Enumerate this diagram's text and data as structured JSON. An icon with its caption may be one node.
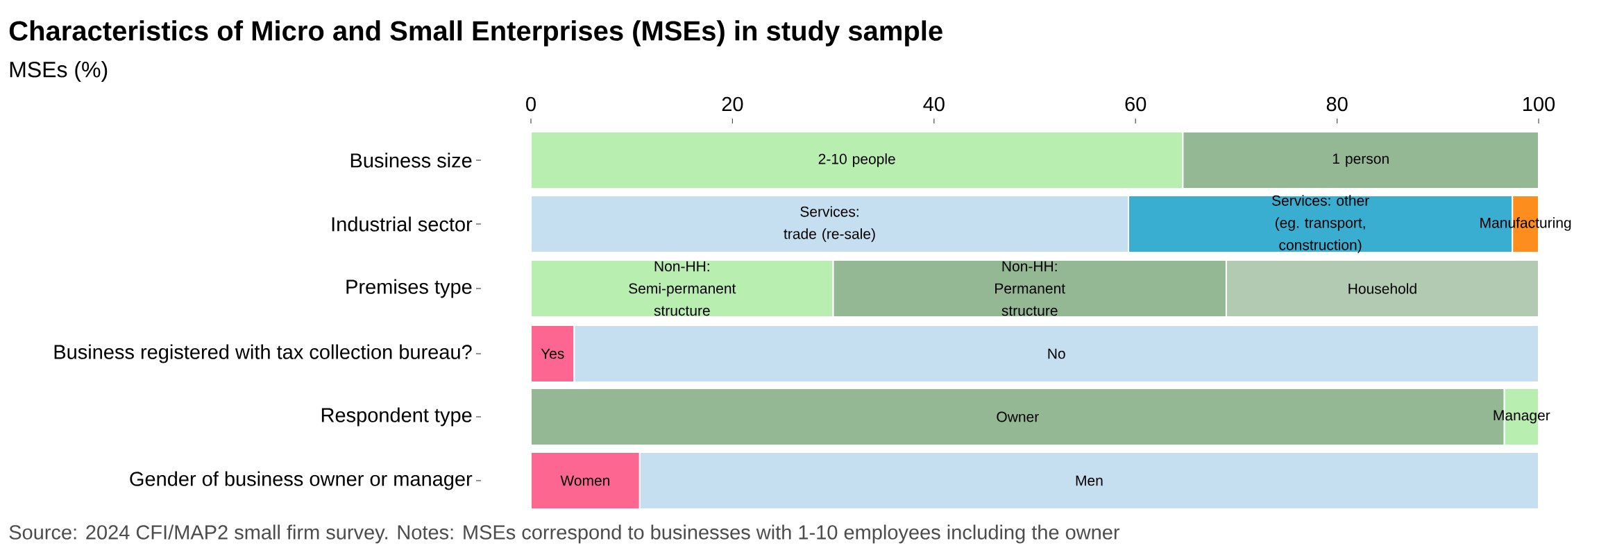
{
  "diagram": {
    "title": "Characteristics of Micro and Small Enterprises (MSEs) in study sample",
    "caption": "Source: 2024 CFI/MAP2 small firm survey. Notes: MSEs correspond to businesses with 1-10 employees including the owner",
    "chart_data": {
      "type": "bar",
      "orientation": "horizontal",
      "stacked": true,
      "xlabel": "MSEs (%)",
      "categories": [
        "Business size",
        "Industrial sector",
        "Premises type",
        "Business registered with tax collection bureau?",
        "Respondent type",
        "Gender of business owner or manager"
      ],
      "xlim": [
        0,
        100
      ],
      "xticks": [
        0,
        20,
        40,
        60,
        80,
        100
      ],
      "series": [
        {
          "name": "2-10 people",
          "color": "#b8eeb0",
          "values": [
            64.7,
            null,
            null,
            null,
            null,
            null
          ]
        },
        {
          "name": "1 person",
          "color": "#93b893",
          "values": [
            35.3,
            null,
            null,
            null,
            null,
            null
          ]
        },
        {
          "name": "Services: trade (re-sale)",
          "color": "#c5dff0",
          "values": [
            null,
            59.3,
            null,
            null,
            null,
            null
          ]
        },
        {
          "name": "Services: other (eg. transport, construction)",
          "color": "#3aaed0",
          "values": [
            null,
            38.1,
            null,
            null,
            null,
            null
          ]
        },
        {
          "name": "Manufacturing",
          "color": "#fd8d1c",
          "values": [
            null,
            2.6,
            null,
            null,
            null,
            null
          ]
        },
        {
          "name": "Non-HH: Semi-permanent structure",
          "color": "#b8eeb0",
          "values": [
            null,
            null,
            30.0,
            null,
            null,
            null
          ]
        },
        {
          "name": "Non-HH: Permanent structure",
          "color": "#93b893",
          "values": [
            null,
            null,
            39.0,
            null,
            null,
            null
          ]
        },
        {
          "name": "Household",
          "color": "#b2c9b2",
          "values": [
            null,
            null,
            31.0,
            null,
            null,
            null
          ]
        },
        {
          "name": "Yes",
          "color": "#fd6690",
          "values": [
            null,
            null,
            null,
            4.3,
            null,
            null
          ]
        },
        {
          "name": "No",
          "color": "#c5dff0",
          "values": [
            null,
            null,
            null,
            95.7,
            null,
            null
          ]
        },
        {
          "name": "Owner",
          "color": "#93b893",
          "values": [
            null,
            null,
            null,
            null,
            96.6,
            null
          ]
        },
        {
          "name": "Manager",
          "color": "#b8eeb0",
          "values": [
            null,
            null,
            null,
            null,
            3.4,
            null
          ]
        },
        {
          "name": "Women",
          "color": "#fd6690",
          "values": [
            null,
            null,
            null,
            null,
            null,
            10.8
          ]
        },
        {
          "name": "Men",
          "color": "#c5dff0",
          "values": [
            null,
            null,
            null,
            null,
            null,
            89.2
          ]
        }
      ]
    }
  }
}
